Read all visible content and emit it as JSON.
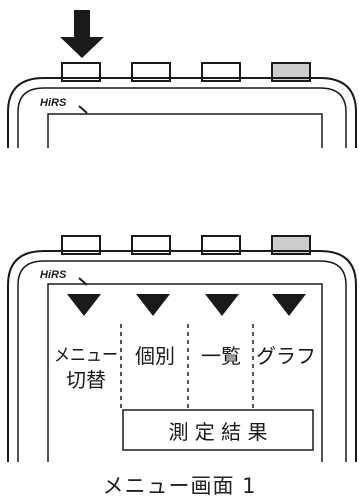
{
  "logo_text": "HiRS",
  "top_device": {
    "pressed_key": 1,
    "buttons": [
      {
        "color": "#ffffff"
      },
      {
        "color": "#ffffff"
      },
      {
        "color": "#ffffff"
      },
      {
        "color": "#cccccc"
      }
    ]
  },
  "bottom_device": {
    "buttons": [
      {
        "color": "#ffffff"
      },
      {
        "color": "#ffffff"
      },
      {
        "color": "#ffffff"
      },
      {
        "color": "#cccccc"
      }
    ],
    "softkeys": [
      {
        "line1": "メニュー",
        "line2": "切替"
      },
      {
        "line1": "個別",
        "line2": ""
      },
      {
        "line1": "一覧",
        "line2": ""
      },
      {
        "line1": "グラフ",
        "line2": ""
      }
    ],
    "result_label": "測 定 結 果"
  },
  "caption": "メニュー画面 1",
  "colors": {
    "line": "#1a1a1a",
    "highlight_key": "#cccccc"
  }
}
